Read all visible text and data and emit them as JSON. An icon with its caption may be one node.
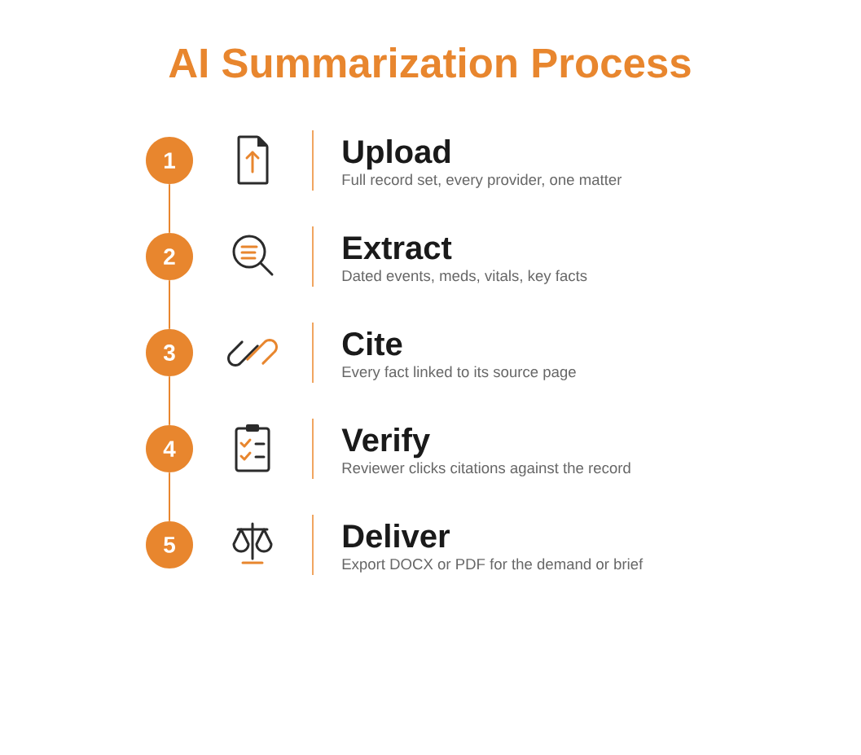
{
  "diagram": {
    "title": "AI Summarization Process",
    "nodes": [
      {
        "text": [
          "1"
        ],
        "beside": [
          "Upload",
          "Full record set, every provider, one matter"
        ]
      },
      {
        "text": [
          "2"
        ],
        "beside": [
          "Extract",
          "Dated events, meds, vitals, key facts"
        ]
      },
      {
        "text": [
          "3"
        ],
        "beside": [
          "Cite",
          "Every fact linked to its source page"
        ]
      },
      {
        "text": [
          "4"
        ],
        "beside": [
          "Verify",
          "Reviewer clicks citations against the record"
        ]
      },
      {
        "text": [
          "5"
        ],
        "beside": [
          "Deliver",
          "Export DOCX or PDF for the demand or brief"
        ]
      }
    ],
    "edges": [
      {
        "from": 0,
        "to": 1,
        "arrow": "none"
      },
      {
        "from": 1,
        "to": 2,
        "arrow": "none"
      },
      {
        "from": 2,
        "to": 3,
        "arrow": "none"
      },
      {
        "from": 3,
        "to": 4,
        "arrow": "none"
      }
    ]
  }
}
